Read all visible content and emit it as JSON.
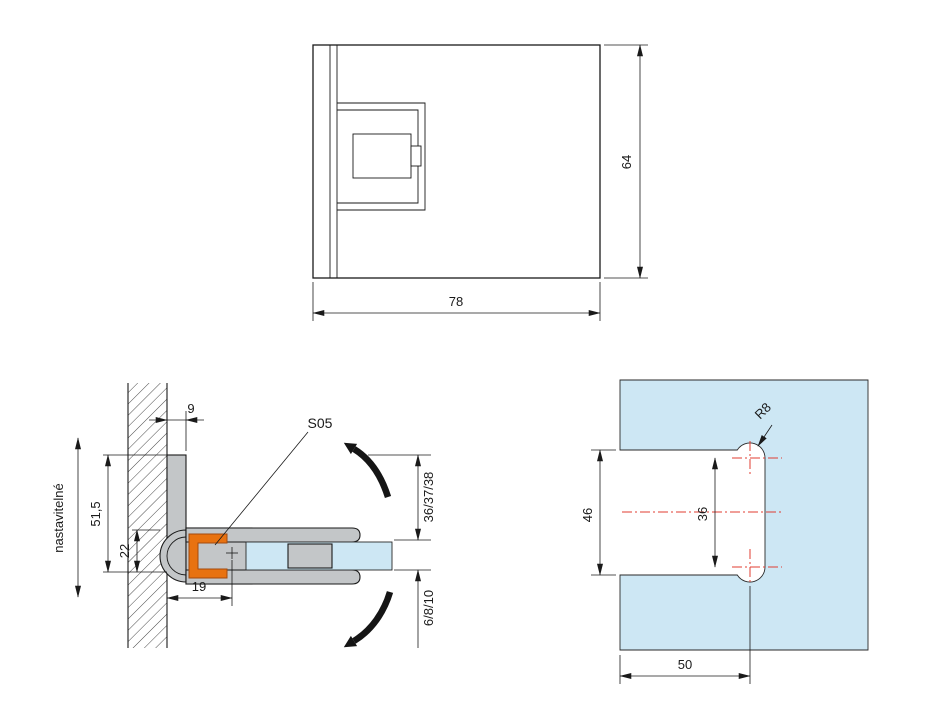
{
  "colors": {
    "glass": "#cde7f4",
    "metal": "#c3c6c8",
    "gasket_orange": "#e87210",
    "centerline_red": "#e03c32",
    "line": "#1a1a1a"
  },
  "top_view": {
    "dim_width": "78",
    "dim_height": "64"
  },
  "side_view": {
    "label_adjustable": "nastavitelné",
    "dim_wall_plate_thickness": "9",
    "dim_plate_height": "51,5",
    "dim_axis_height": "22",
    "dim_axis_depth": "19",
    "part_label": "S05",
    "dim_clamp_height": "36/37/38",
    "dim_glass_thickness": "6/8/10"
  },
  "glass_view": {
    "dim_cutout_width": "46",
    "dim_hole_pitch": "36",
    "dim_cutout_depth": "50",
    "dim_radius": "R8"
  }
}
